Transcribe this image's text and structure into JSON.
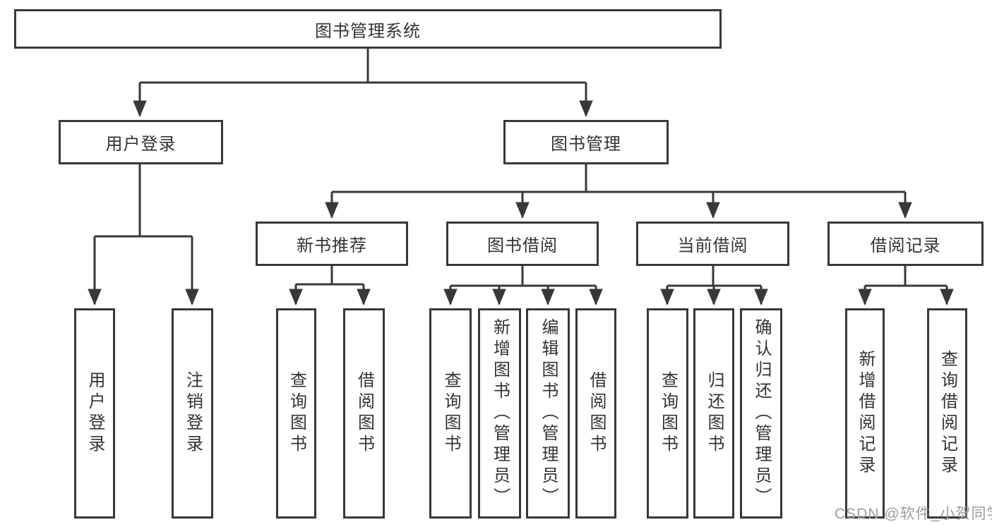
{
  "diagram_title": "图书管理系统",
  "tree": {
    "label": "图书管理系统",
    "children": [
      {
        "label": "用户登录",
        "children": [
          {
            "label": "用户登录"
          },
          {
            "label": "注销登录"
          }
        ]
      },
      {
        "label": "图书管理",
        "children": [
          {
            "label": "新书推荐",
            "children": [
              {
                "label": "查询图书"
              },
              {
                "label": "借阅图书"
              }
            ]
          },
          {
            "label": "图书借阅",
            "children": [
              {
                "label": "查询图书"
              },
              {
                "label": "新增图书（管理员）"
              },
              {
                "label": "编辑图书（管理员）"
              },
              {
                "label": "借阅图书"
              }
            ]
          },
          {
            "label": "当前借阅",
            "children": [
              {
                "label": "查询图书"
              },
              {
                "label": "归还图书"
              },
              {
                "label": "确认归还（管理员）"
              }
            ]
          },
          {
            "label": "借阅记录",
            "children": [
              {
                "label": "新增借阅记录"
              },
              {
                "label": "查询借阅记录"
              }
            ]
          }
        ]
      }
    ]
  },
  "watermark": {
    "text": "CSDN @软件_小贺同学"
  },
  "colors": {
    "line": "#383838",
    "box_border": "#383838",
    "text": "#333333",
    "background": "#ffffff",
    "watermark": "#9d9d9d"
  }
}
